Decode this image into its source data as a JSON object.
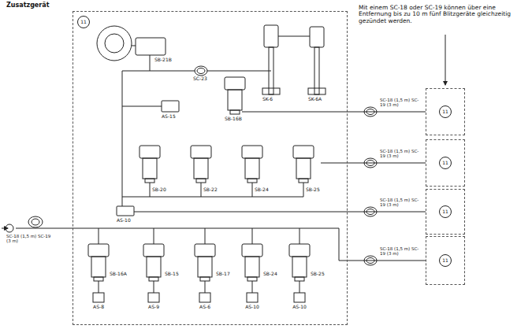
{
  "diagram": {
    "title": "Zusatzgerät",
    "nodes": [
      {
        "text": [
          "11"
        ]
      },
      {
        "text": [
          "11"
        ]
      },
      {
        "text": [
          "11"
        ]
      },
      {
        "text": [
          "11"
        ]
      },
      {
        "text": [
          "11"
        ]
      }
    ],
    "edges": [
      {
        "from": 0,
        "to": 1,
        "arrow": "none"
      },
      {
        "from": 0,
        "to": 2,
        "arrow": "none"
      },
      {
        "from": 0,
        "to": 3,
        "arrow": "none"
      },
      {
        "from": 0,
        "to": 4,
        "arrow": "none"
      }
    ],
    "labels": [
      "Mit einem SC-18 oder SC-19 können über eine Entfernung bis zu 10 m fünf Blitzgeräte gleichzeitig gezündet werden.",
      "SB-21B",
      "SC-23",
      "SK-6",
      "SK-6A",
      "AS-15",
      "SB-16B",
      "SB-20",
      "SB-22",
      "SB-24",
      "SB-25",
      "AS-10",
      "SB-16A",
      "SB-15",
      "SB-17",
      "SB-24",
      "SB-25",
      "AS-8",
      "AS-9",
      "AS-6",
      "AS-10",
      "AS-10",
      "SC-18 (1,5 m) SC-19 (3 m)",
      "SC-18 (1,5 m) SC-19 (3 m)",
      "SC-18 (1,5 m) SC-19 (3 m)",
      "SC-18 (1,5 m) SC-19 (3 m)",
      "SC-18 (1,5 m) SC-19 (3 m)"
    ]
  }
}
